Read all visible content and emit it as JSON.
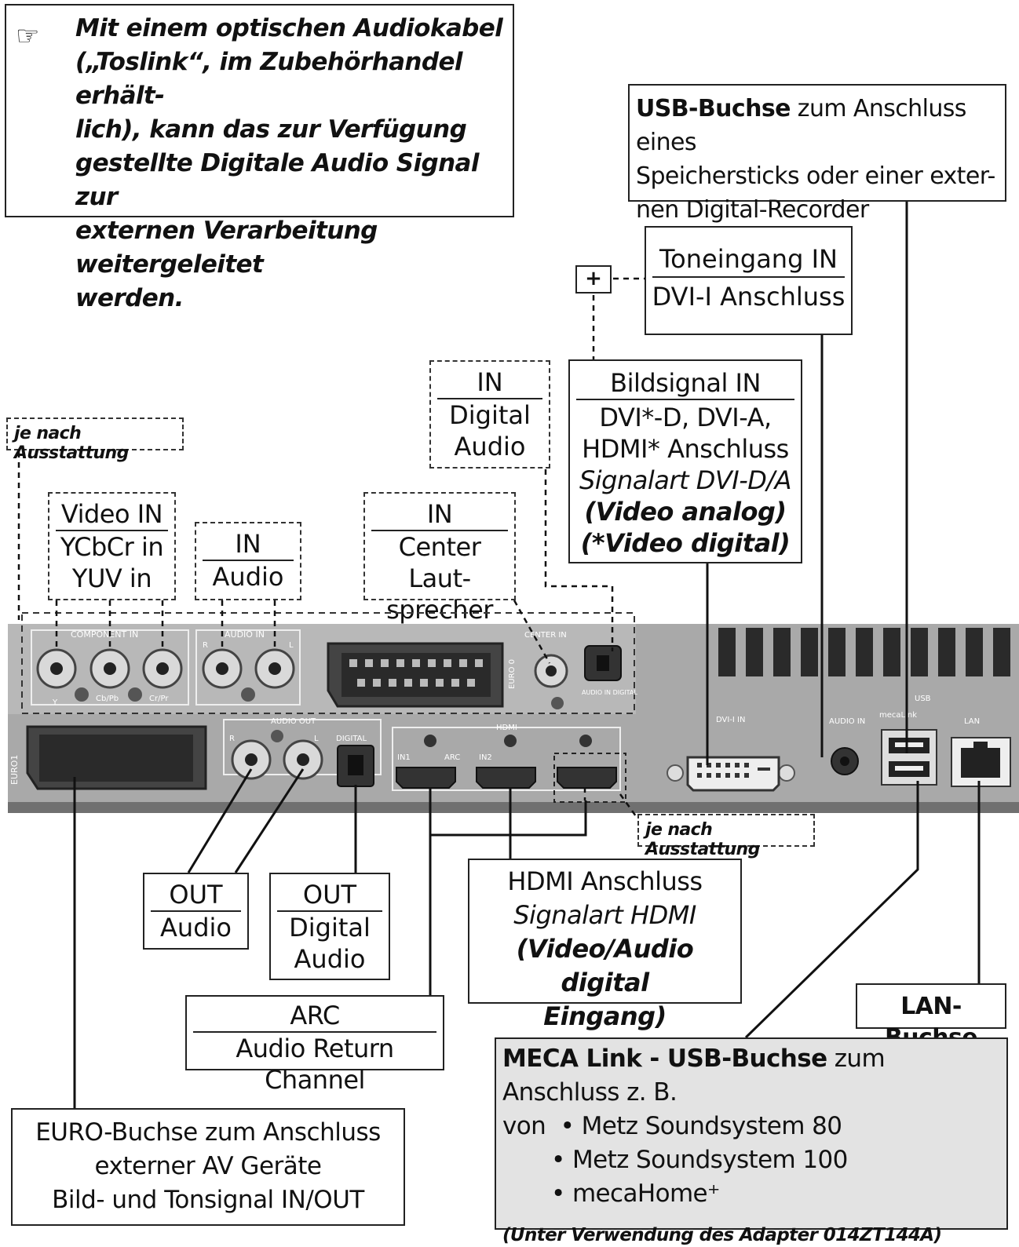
{
  "note": {
    "icon": "pointing-hand-icon",
    "text": [
      "Mit einem optischen Audiokabel",
      "(„Toslink“, im Zubehörhandel erhält-",
      "lich), kann das zur Verfügung",
      "gestellte Digitale Audio Signal zur",
      "externen Verarbeitung weitergeleitet",
      "werden."
    ]
  },
  "usb": {
    "bold": "USB-Buchse",
    "rest1": " zum Anschluss eines",
    "line2": "Speichersticks oder einer exter-",
    "line3": "nen Digital-Recorder"
  },
  "ton": {
    "top": "Toneingang IN",
    "bottom": "DVI-I Anschluss",
    "plus": "+"
  },
  "bild": {
    "top": "Bildsignal IN",
    "l2": "DVI*-D, DVI-A,",
    "l3": "HDMI* Anschluss",
    "l4": "Signalart DVI-D/A",
    "l5": "(Video analog)",
    "l6": "(*Video digital)"
  },
  "digital_in": {
    "top": "IN",
    "l2": "Digital",
    "l3": "Audio"
  },
  "je1": "je nach Ausstattung",
  "video": {
    "top": "Video IN",
    "l2": "YCbCr in",
    "l3": "YUV in"
  },
  "audio_in": {
    "top": "IN",
    "l2": "Audio"
  },
  "center": {
    "top": "IN",
    "l2": "Center Laut-",
    "l3": "sprecher"
  },
  "panel": {
    "component": "COMPONENT IN",
    "audio_in": "AUDIO IN",
    "center_in": "CENTER IN",
    "euro0": "EURO 0",
    "audio_in_digital": "AUDIO IN DIGITAL",
    "euro1": "EURO1",
    "audio_out": "AUDIO OUT",
    "digital": "DIGITAL",
    "hdmi": "HDMI",
    "in1": "IN1",
    "arc": "ARC",
    "in2": "IN2",
    "dvii": "DVI-I IN",
    "audio_in2": "AUDIO IN",
    "usb": "USB",
    "meca": "mecaLink",
    "lan": "LAN",
    "y": "Y",
    "cb": "Cb/Pb",
    "cr": "Cr/Pr",
    "r": "R",
    "l": "L"
  },
  "je2": "je nach Ausstattung",
  "out_audio": {
    "top": "OUT",
    "l2": "Audio"
  },
  "out_digital": {
    "top": "OUT",
    "l2": "Digital",
    "l3": "Audio"
  },
  "hdmi": {
    "l1": "HDMI Anschluss",
    "l2": "Signalart HDMI",
    "l3": "(Video/Audio digital",
    "l4": "Eingang)"
  },
  "lan": "LAN-Buchse",
  "arc": {
    "top": "ARC",
    "l2": "Audio Return Channel"
  },
  "euro": {
    "l1": "EURO-Buchse zum Anschluss",
    "l2": "externer AV Geräte",
    "l3": "Bild- und Tonsignal IN/OUT"
  },
  "meca": {
    "bold": "MECA Link - USB-Buchse",
    "rest": " zum Anschluss z. B.",
    "von": "von",
    "items": [
      "Metz Soundsystem 80",
      "Metz Soundsystem 100",
      "mecaHome⁺"
    ],
    "note": "(Unter Verwendung des Adapter 014ZT144A)"
  },
  "colors": {
    "panel": "#a9a9a9",
    "panel_dark": "#6f6f6f",
    "meca_bg": "#e3e3e3"
  }
}
